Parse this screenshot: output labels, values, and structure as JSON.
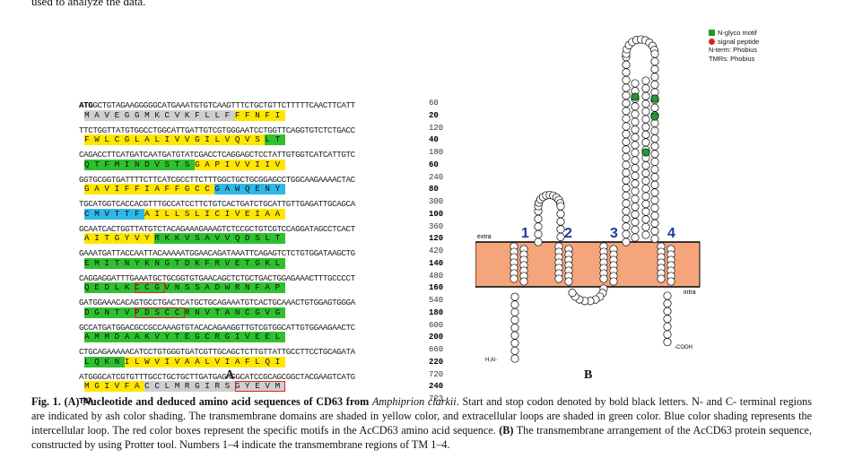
{
  "top_text": "used to analyze the data.",
  "panel_a": {
    "label": "A",
    "rows": [
      {
        "type": "nt",
        "start_codon": "ATG",
        "text": "GCTGTAGAAGGGGGCATGAAATGTGTCAAGTTTCTGCTGTTCTTTTTCAACTTCATT",
        "num": "60"
      },
      {
        "type": "aa",
        "num": "20",
        "segs": [
          {
            "cls": "ash",
            "aa": "M A V E G G M K C V K F L L F"
          },
          {
            "cls": "yel",
            "aa": "F F N F I"
          }
        ]
      },
      {
        "type": "nt",
        "text": "TTCTGGTTATGTGGCCTGGCATTGATTGTCGTGGGAATCCTGGTTCAGGTGTCTCTGACC",
        "num": "120"
      },
      {
        "type": "aa",
        "num": "40",
        "segs": [
          {
            "cls": "yel",
            "aa": "F W L C G L A L I V V G I L V Q V S"
          },
          {
            "cls": "grn",
            "aa": "L T"
          }
        ]
      },
      {
        "type": "nt",
        "text": "CAGACCTTCATGATCAATGATGTATCGACCTCAGGAGCTCCTATTGTGGTCATCATTGTC",
        "num": "180"
      },
      {
        "type": "aa",
        "num": "60",
        "segs": [
          {
            "cls": "grn",
            "aa": "Q T F M I N D V S T S"
          },
          {
            "cls": "yel",
            "aa": "G A P I V V I I V"
          }
        ]
      },
      {
        "type": "nt",
        "text": "GGTGCGGTGATTTTCTTCATCGCCTTCTTTGGCTGCTGCGGAGCCTGGCAAGAAAACTAC",
        "num": "240"
      },
      {
        "type": "aa",
        "num": "80",
        "segs": [
          {
            "cls": "yel",
            "aa": "G A V I F F I A F F G C C"
          },
          {
            "cls": "blu",
            "aa": "G A W Q E N Y"
          }
        ]
      },
      {
        "type": "nt",
        "text": "TGCATGGTCACCACGTTTGCCATCCTTCTGTCACTGATCTGCATTGTTGAGATTGCAGCA",
        "num": "300"
      },
      {
        "type": "aa",
        "num": "100",
        "segs": [
          {
            "cls": "blu",
            "aa": "C M V T T F"
          },
          {
            "cls": "yel",
            "aa": "A I L L S L I C I V E I A A"
          }
        ]
      },
      {
        "type": "nt",
        "text": "GCAATCACTGGTTATGTCTACAGAAAGAAAGTCTCCGCTGTCGTCCAGGATAGCCTCACT",
        "num": "360"
      },
      {
        "type": "aa",
        "num": "120",
        "segs": [
          {
            "cls": "yel",
            "aa": "A I T G Y V Y"
          },
          {
            "cls": "grn",
            "aa": "R K K V S A V V Q D S L T"
          }
        ]
      },
      {
        "type": "nt",
        "text": "GAAATGATTACCAATTACAAAAATGGAACAGATAAATTCAGAGTCTCTGTGGATAAGCTG",
        "num": "420"
      },
      {
        "type": "aa",
        "num": "140",
        "segs": [
          {
            "cls": "grn",
            "aa": "E M I T N Y K N G T D K F R V E T G K L"
          }
        ]
      },
      {
        "type": "nt",
        "text": "CAGGAGGATTTGAAATGCTGCGGTGTGAACAGCTCTGCTGACTGGAGAAACTTTGCCCCT",
        "num": "480"
      },
      {
        "type": "aa",
        "num": "160",
        "segs": [
          {
            "cls": "grn",
            "aa": "Q E D L K"
          },
          {
            "cls": "grn redbox",
            "aa": "C C G"
          },
          {
            "cls": "grn",
            "aa": "V N S S A D W R N F A P"
          }
        ]
      },
      {
        "type": "nt",
        "text": "GATGGAAACACAGTGCCTGACTCATGCTGCAGAAATGTCACTGCAAACTGTGGAGTGGGA",
        "num": "540"
      },
      {
        "type": "aa",
        "num": "180",
        "segs": [
          {
            "cls": "grn",
            "aa": "D G N T V"
          },
          {
            "cls": "grn redbox",
            "aa": "P D S C C"
          },
          {
            "cls": "grn",
            "aa": "R N V T A N C G V G"
          }
        ]
      },
      {
        "type": "nt",
        "text": "GCCATGATGGACGCCGCCAAAGTGTACACAGAAGGTTGTCGTGGCATTGTGGAAGAACTC",
        "num": "600"
      },
      {
        "type": "aa",
        "num": "200",
        "segs": [
          {
            "cls": "grn",
            "aa": "A M M D A A K V Y T E G C R G I V E E L"
          }
        ]
      },
      {
        "type": "nt",
        "text": "CTGCAGAAAAACATCCTGTGGGTGATCGTTGCAGCTCTTGTTATTGCCTTCCTGCAGATA",
        "num": "660"
      },
      {
        "type": "aa",
        "num": "220",
        "segs": [
          {
            "cls": "grn",
            "aa": "L Q K N"
          },
          {
            "cls": "yel",
            "aa": "I L W V I V A A L V I A F L Q I"
          }
        ]
      },
      {
        "type": "nt",
        "text": "ATGGGCATCGTGTTTGCCTGCTGCTTGATGAGAGGCATCCGCAGCGGCTACGAAGTCATG",
        "num": "720"
      },
      {
        "type": "aa",
        "num": "240",
        "segs": [
          {
            "cls": "yel",
            "aa": "M G I V F A"
          },
          {
            "cls": "ash",
            "aa": "C C L M R G I R S"
          },
          {
            "cls": "ash redbox",
            "aa": "G Y E V M"
          }
        ]
      },
      {
        "type": "nt",
        "stop_codon": "TGA",
        "text": "",
        "num": "723"
      }
    ]
  },
  "panel_b": {
    "label": "B",
    "extra_label": "extra",
    "intra_label": "intra",
    "tm_numbers": [
      "1",
      "2",
      "3",
      "4"
    ],
    "n_term": "H₂N-",
    "c_term": "-COOH",
    "legend": [
      {
        "label": "N-glyco motif",
        "color": "#1f9a2f"
      },
      {
        "label": "signal peptide",
        "color": "#e02020"
      },
      {
        "label": "N-term: Phobius",
        "color": ""
      },
      {
        "label": "TMRs: Phobius",
        "color": ""
      }
    ],
    "colors": {
      "membrane": "#f4a57c",
      "tm_numbers": "#1b3c9c"
    }
  },
  "caption": {
    "fig": "Fig. 1.",
    "p1": " (A) Nucleotide and deduced amino acid sequences of CD63 from ",
    "species": "Amphiprion clarkii",
    "p2": ". Start and stop codon denoted by bold black letters. N- and C- terminal regions are indicated by ash color shading. The transmembrane domains are shaded in yellow color, and extracellular loops are shaded in green color. Blue color shading represents the intercellular loop. The red color boxes represent the specific motifs in the AcCD63 amino acid sequence. ",
    "bpart": "(B)",
    "p3": " The transmembrane arrangement of the AcCD63 protein sequence, constructed by using Protter tool. Numbers 1–4 indicate the transmembrane regions of TM 1–4."
  }
}
